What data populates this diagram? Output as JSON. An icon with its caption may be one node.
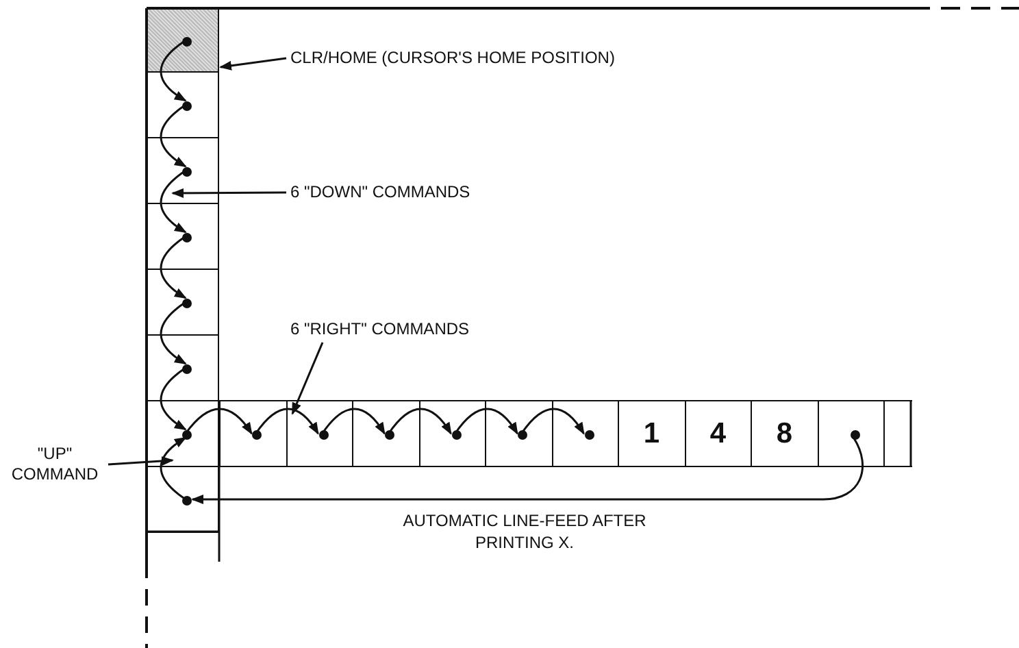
{
  "diagram": {
    "nodes": [
      {
        "text": [],
        "shape": "box"
      },
      {
        "text": [],
        "shape": "box"
      },
      {
        "text": [],
        "shape": "box"
      },
      {
        "text": [],
        "shape": "box"
      },
      {
        "text": [],
        "shape": "box"
      },
      {
        "text": [],
        "shape": "box"
      },
      {
        "text": [],
        "shape": "box"
      },
      {
        "text": [],
        "shape": "box"
      },
      {
        "text": [],
        "shape": "box"
      },
      {
        "text": [],
        "shape": "box"
      },
      {
        "text": [],
        "shape": "box"
      },
      {
        "text": [],
        "shape": "box"
      },
      {
        "text": [],
        "shape": "box"
      },
      {
        "text": [
          "1"
        ]
      },
      {
        "text": [
          "4"
        ]
      },
      {
        "text": [
          "8"
        ]
      },
      {
        "text": [],
        "shape": "box"
      },
      {
        "text": [],
        "shape": "box"
      },
      {
        "text": [],
        "shape": "box"
      },
      {
        "text": [
          "CLR/HOME (CURSOR'S HOME POSITION)"
        ]
      },
      {
        "text": [
          "6 \"DOWN\" COMMANDS"
        ]
      },
      {
        "text": [
          "6 \"RIGHT\" COMMANDS"
        ]
      },
      {
        "text": [
          "\"UP\" COMMAND"
        ]
      }
    ],
    "edges": [
      {
        "from": 0,
        "to": 1,
        "arrow": "to"
      },
      {
        "from": 1,
        "to": 2,
        "arrow": "to"
      },
      {
        "from": 2,
        "to": 3,
        "arrow": "to"
      },
      {
        "from": 3,
        "to": 4,
        "arrow": "to"
      },
      {
        "from": 4,
        "to": 5,
        "arrow": "to"
      },
      {
        "from": 5,
        "to": 6,
        "arrow": "to"
      },
      {
        "from": 6,
        "to": 7,
        "arrow": "to"
      },
      {
        "from": 7,
        "to": 8,
        "arrow": "to"
      },
      {
        "from": 8,
        "to": 9,
        "arrow": "to"
      },
      {
        "from": 9,
        "to": 10,
        "arrow": "to"
      },
      {
        "from": 10,
        "to": 11,
        "arrow": "to"
      },
      {
        "from": 11,
        "to": 12,
        "arrow": "to"
      },
      {
        "from": 16,
        "to": 18,
        "arrow": "to",
        "label": "AUTOMATIC LINE-FEED AFTER PRINTING X."
      },
      {
        "from": 18,
        "to": 6,
        "arrow": "to"
      },
      {
        "from": 19,
        "to": 0,
        "arrow": "to"
      },
      {
        "from": 20,
        "to": 2,
        "arrow": "to"
      },
      {
        "from": 21,
        "to": 8,
        "arrow": "to"
      },
      {
        "from": 22,
        "to": 6,
        "arrow": "to"
      }
    ]
  }
}
